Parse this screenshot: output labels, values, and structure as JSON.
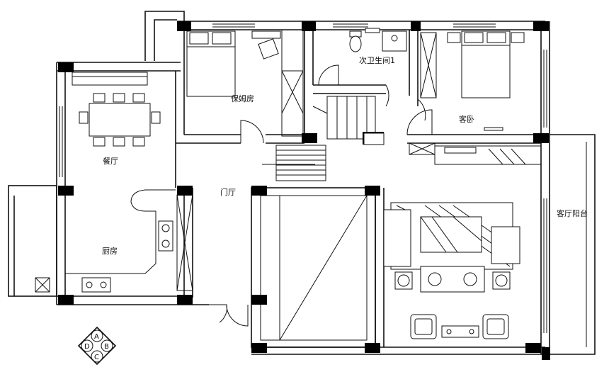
{
  "rooms": {
    "nanny_room": "保姆房",
    "second_bathroom": "次卫生间1",
    "guest_bedroom": "客卧",
    "dining_room": "餐厅",
    "foyer": "门厅",
    "kitchen": "厨房",
    "living_balcony": "客厅阳台"
  },
  "compass": {
    "a": "A",
    "b": "B",
    "c": "C",
    "d": "D"
  }
}
